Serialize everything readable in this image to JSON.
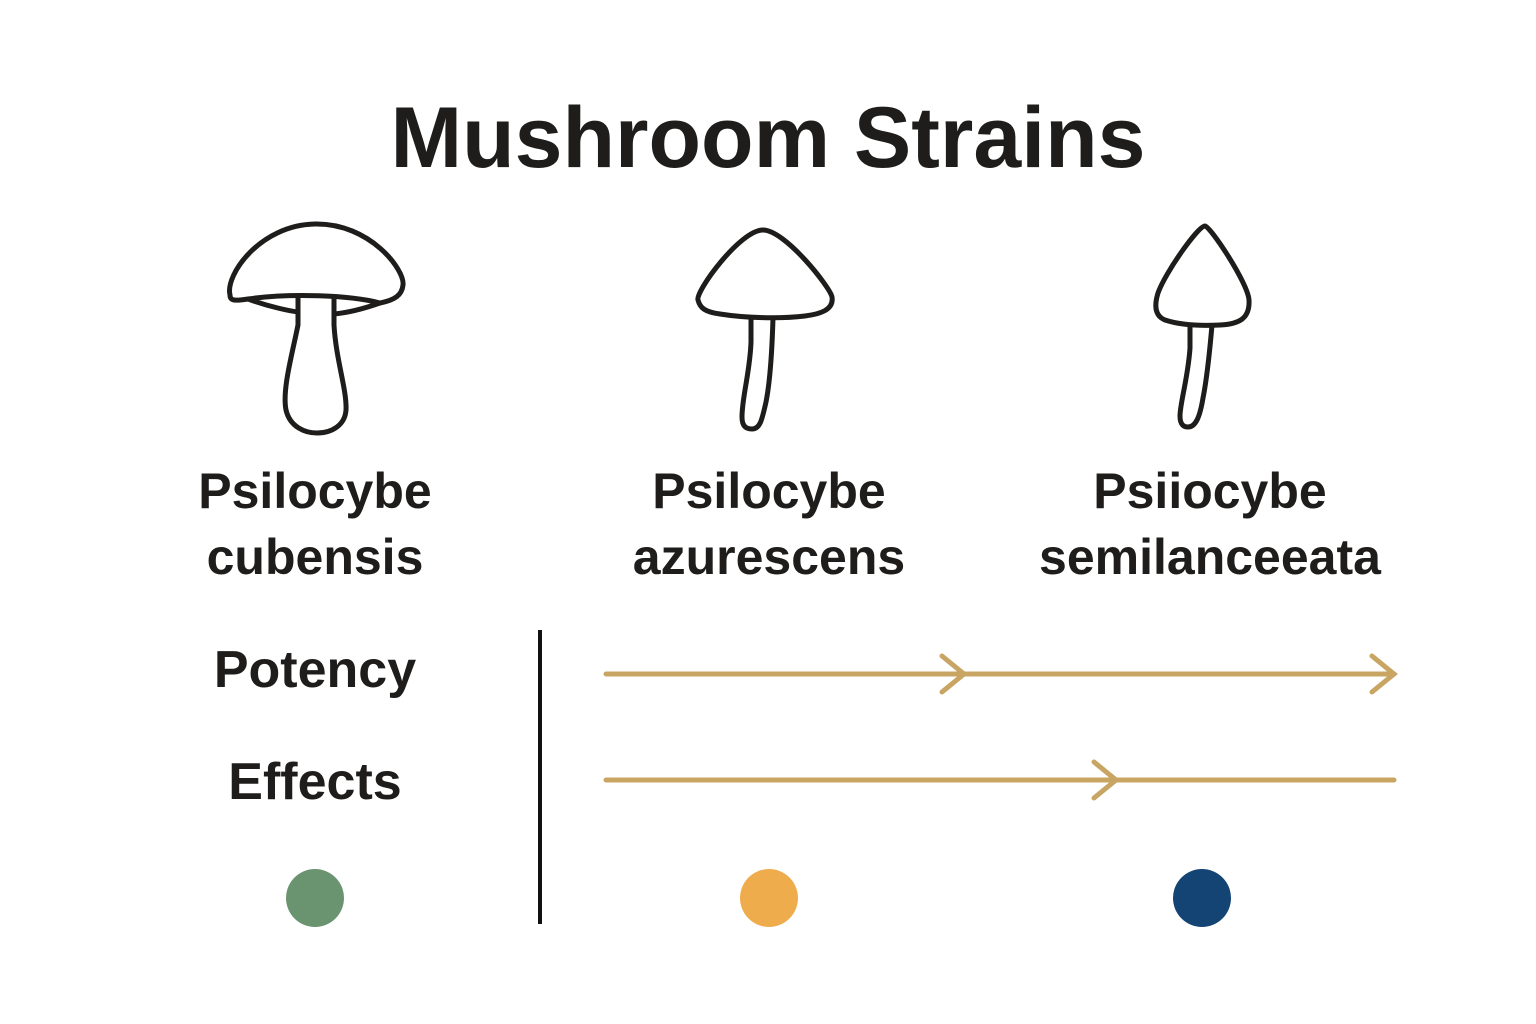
{
  "title": "Mushroom Strains",
  "strains": [
    {
      "name_line1": "Psilocybe",
      "name_line2": "cubensis",
      "icon": "mushroom-rounded-cap-icon",
      "color": "#6a9470"
    },
    {
      "name_line1": "Psilocybe",
      "name_line2": "azurescens",
      "icon": "mushroom-conical-cap-icon",
      "color": "#eeac4d"
    },
    {
      "name_line1": "Psiiocybe",
      "name_line2": "semilanceeata",
      "icon": "mushroom-pointed-cap-icon",
      "color": "#134474"
    }
  ],
  "rows": [
    {
      "label": "Potency"
    },
    {
      "label": "Effects"
    }
  ],
  "colors": {
    "arrow": "#c9a563",
    "text": "#1e1d1b",
    "divider": "#111111"
  }
}
